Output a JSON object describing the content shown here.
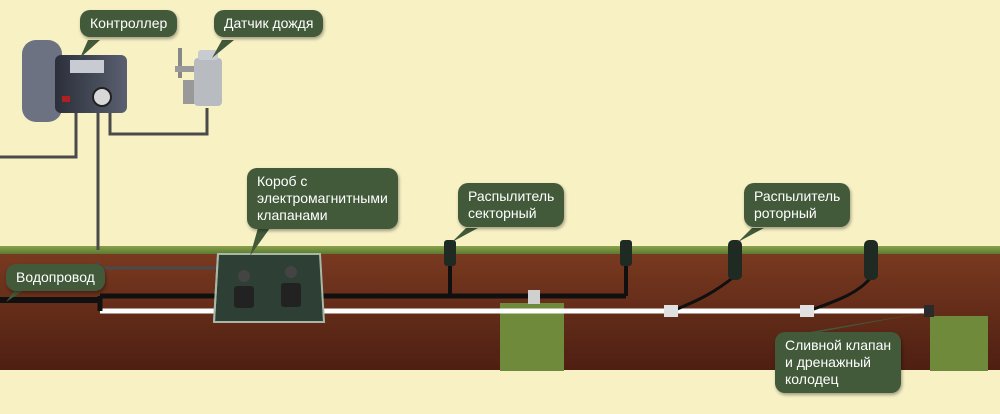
{
  "labels": {
    "controller": "Контроллер",
    "rain_sensor": "Датчик дождя",
    "valve_box": [
      "Короб с",
      "электромагнитными",
      "клапанами"
    ],
    "sector_sprinkler": [
      "Распылитель",
      "секторный"
    ],
    "rotor_sprinkler": [
      "Распылитель",
      "роторный"
    ],
    "water_supply": "Водопровод",
    "drain": [
      "Сливной клапан",
      "и дренажный",
      "колодец"
    ]
  },
  "colors": {
    "background": "#f7f1c4",
    "soil": "#6b2f1a",
    "grass": "#6e8a3a",
    "callout": "#425a3a",
    "pipe_dark": "#101010",
    "pipe_light": "#ffffff"
  }
}
